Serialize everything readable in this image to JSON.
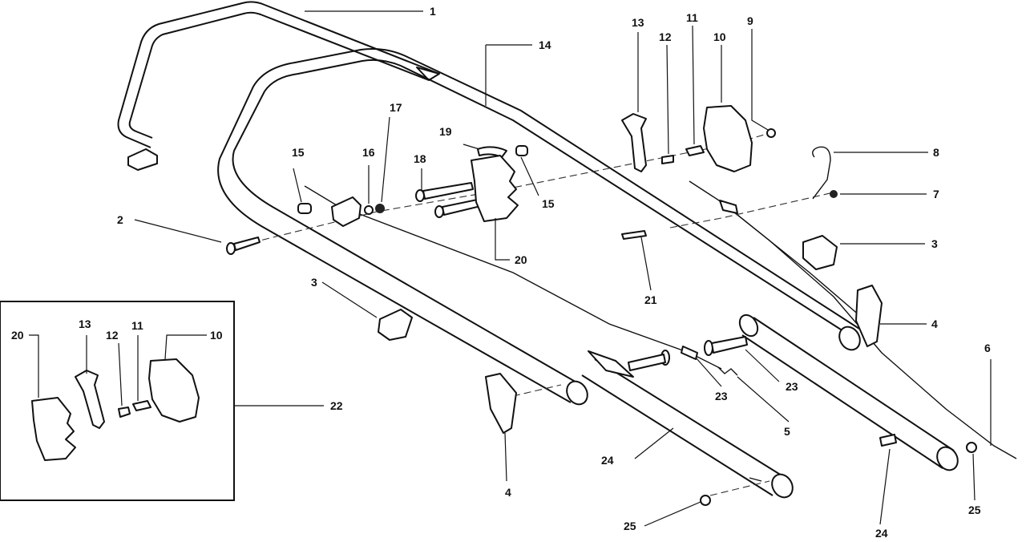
{
  "callouts": {
    "c1": "1",
    "c2": "2",
    "c3a": "3",
    "c3b": "3",
    "c4a": "4",
    "c4b": "4",
    "c5": "5",
    "c6": "6",
    "c7": "7",
    "c8": "8",
    "c9": "9",
    "c10": "10",
    "c11": "11",
    "c12": "12",
    "c13": "13",
    "c14": "14",
    "c15a": "15",
    "c15b": "15",
    "c16": "16",
    "c17": "17",
    "c18": "18",
    "c19": "19",
    "c20": "20",
    "c21": "21",
    "c22": "22",
    "c23a": "23",
    "c23b": "23",
    "c24a": "24",
    "c24b": "24",
    "c25a": "25",
    "c25b": "25"
  },
  "inset": {
    "c20": "20",
    "c13": "13",
    "c12": "12",
    "c11": "11",
    "c10": "10"
  }
}
